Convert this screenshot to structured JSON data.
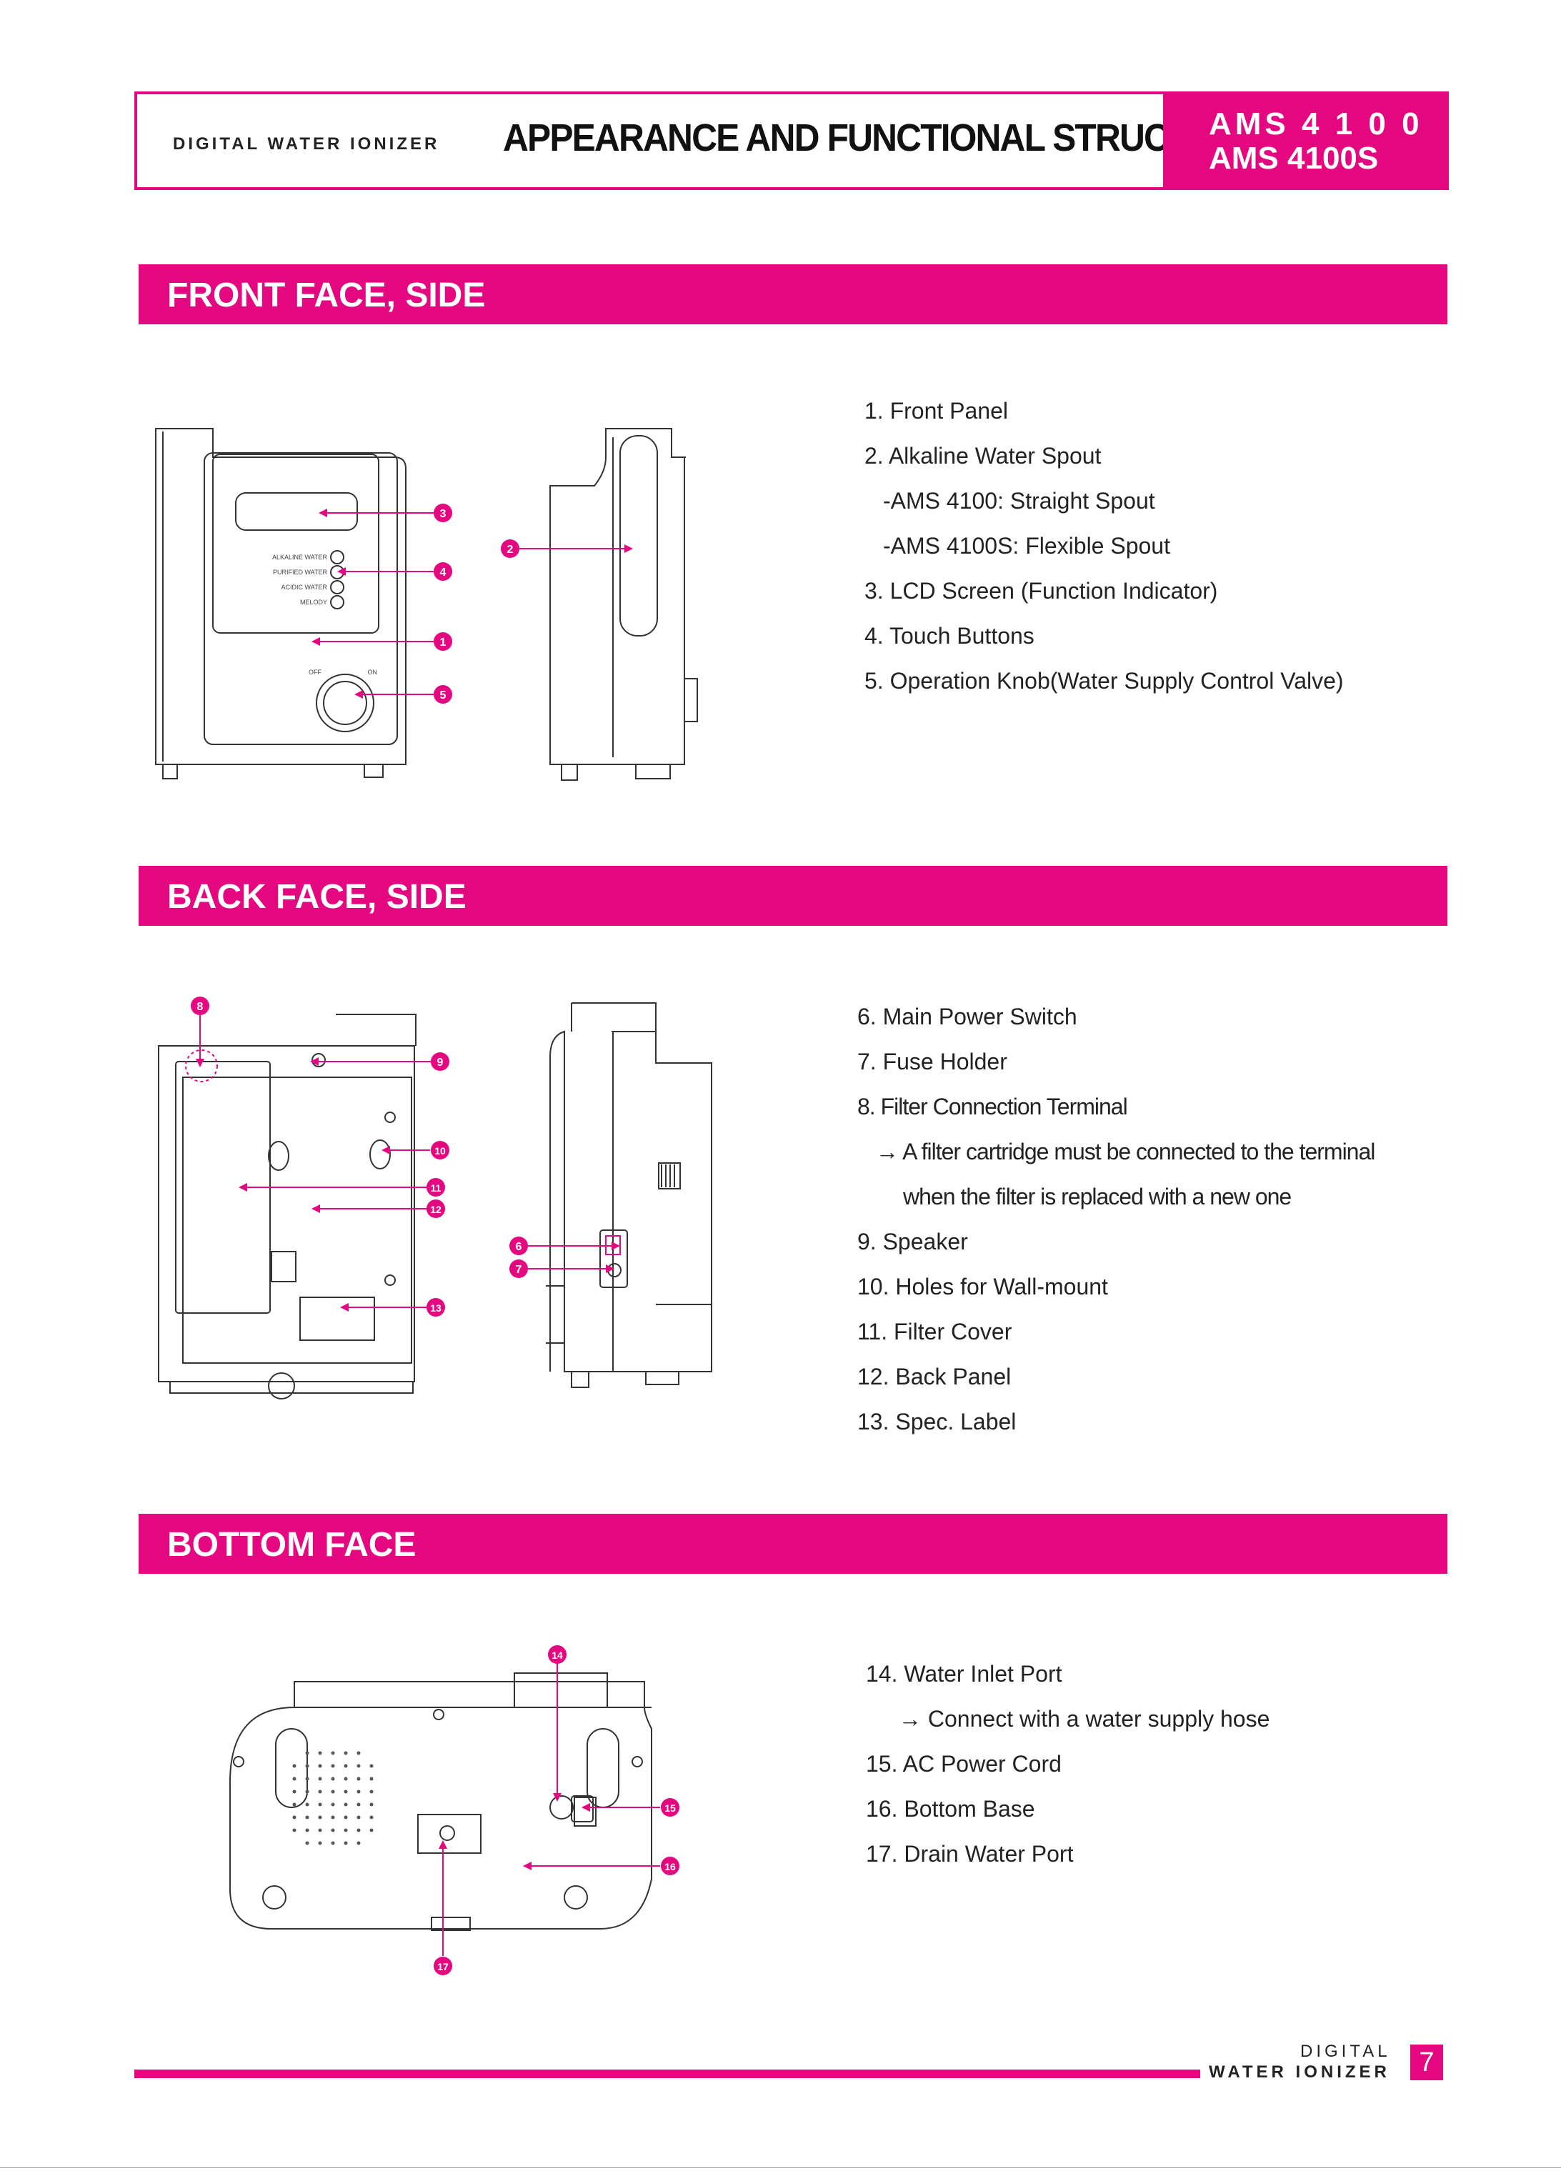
{
  "header": {
    "brand": "DIGITAL WATER IONIZER",
    "title": "APPEARANCE AND FUNCTIONAL STRUCTURE",
    "models": [
      "AMS 4 1 0 0",
      "AMS 4100S"
    ]
  },
  "sections": {
    "front": {
      "title": "FRONT FACE, SIDE",
      "items": [
        "1. Front Panel",
        "2. Alkaline Water Spout",
        "-AMS 4100: Straight Spout",
        "-AMS 4100S: Flexible Spout",
        "3. LCD Screen (Function Indicator)",
        "4. Touch Buttons",
        "5. Operation Knob(Water Supply Control Valve)"
      ],
      "panel_labels": [
        "ALKALINE WATER",
        "PURIFIED WATER",
        "ACIDIC WATER",
        "MELODY"
      ],
      "knob_labels": [
        "OFF",
        "ON"
      ],
      "callouts": [
        "1",
        "2",
        "3",
        "4",
        "5"
      ]
    },
    "back": {
      "title": "BACK FACE, SIDE",
      "items": [
        "6. Main Power Switch",
        "7. Fuse Holder",
        "8. Filter Connection Terminal",
        "→ A filter cartridge must be connected to the terminal",
        "when the filter is replaced with a new one",
        "9. Speaker",
        "10. Holes for Wall-mount",
        "11. Filter Cover",
        "12. Back Panel",
        "13. Spec. Label"
      ],
      "callouts": [
        "6",
        "7",
        "8",
        "9",
        "10",
        "11",
        "12",
        "13"
      ]
    },
    "bottom": {
      "title": "BOTTOM FACE",
      "items": [
        "14. Water Inlet Port",
        "→ Connect with a water supply hose",
        "15. AC Power Cord",
        "16. Bottom Base",
        "17. Drain Water Port"
      ],
      "callouts": [
        "14",
        "15",
        "16",
        "17"
      ]
    }
  },
  "footer": {
    "word1": "DIGITAL",
    "word2": "WATER IONIZER",
    "page": "7"
  },
  "colors": {
    "accent": "#e5077f"
  }
}
